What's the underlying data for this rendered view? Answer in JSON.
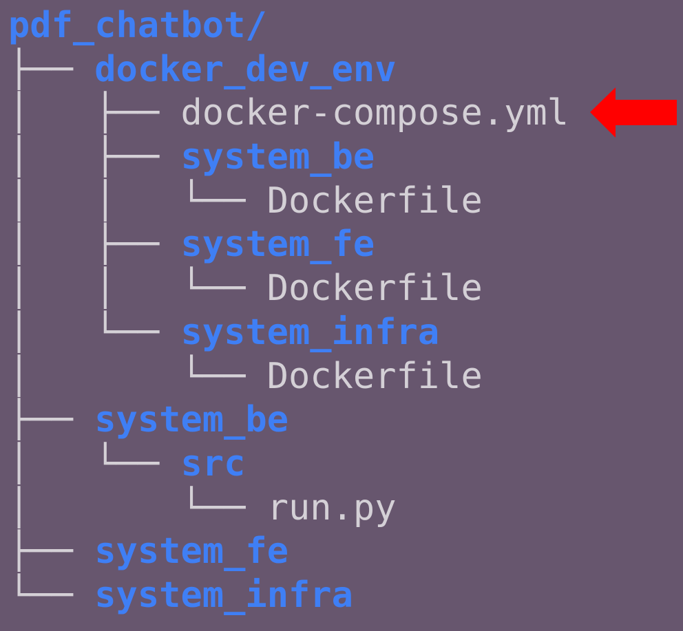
{
  "tree": [
    {
      "prefix": "",
      "name": "pdf_chatbot/",
      "type": "dir"
    },
    {
      "prefix": "├── ",
      "name": "docker_dev_env",
      "type": "dir"
    },
    {
      "prefix": "│   ├── ",
      "name": "docker-compose.yml",
      "type": "file",
      "highlighted": true
    },
    {
      "prefix": "│   ├── ",
      "name": "system_be",
      "type": "dir"
    },
    {
      "prefix": "│   │   └── ",
      "name": "Dockerfile",
      "type": "file"
    },
    {
      "prefix": "│   ├── ",
      "name": "system_fe",
      "type": "dir"
    },
    {
      "prefix": "│   │   └── ",
      "name": "Dockerfile",
      "type": "file"
    },
    {
      "prefix": "│   └── ",
      "name": "system_infra",
      "type": "dir"
    },
    {
      "prefix": "│       └── ",
      "name": "Dockerfile",
      "type": "file"
    },
    {
      "prefix": "├── ",
      "name": "system_be",
      "type": "dir"
    },
    {
      "prefix": "│   └── ",
      "name": "src",
      "type": "dir"
    },
    {
      "prefix": "│       └── ",
      "name": "run.py",
      "type": "file"
    },
    {
      "prefix": "├── ",
      "name": "system_fe",
      "type": "dir"
    },
    {
      "prefix": "└── ",
      "name": "system_infra",
      "type": "dir"
    }
  ],
  "colors": {
    "background": "#67566e",
    "directory": "#3f7ff5",
    "file": "#d4d0d6",
    "arrow": "#ff0000"
  },
  "annotation": {
    "icon": "red-arrow-left-icon"
  }
}
